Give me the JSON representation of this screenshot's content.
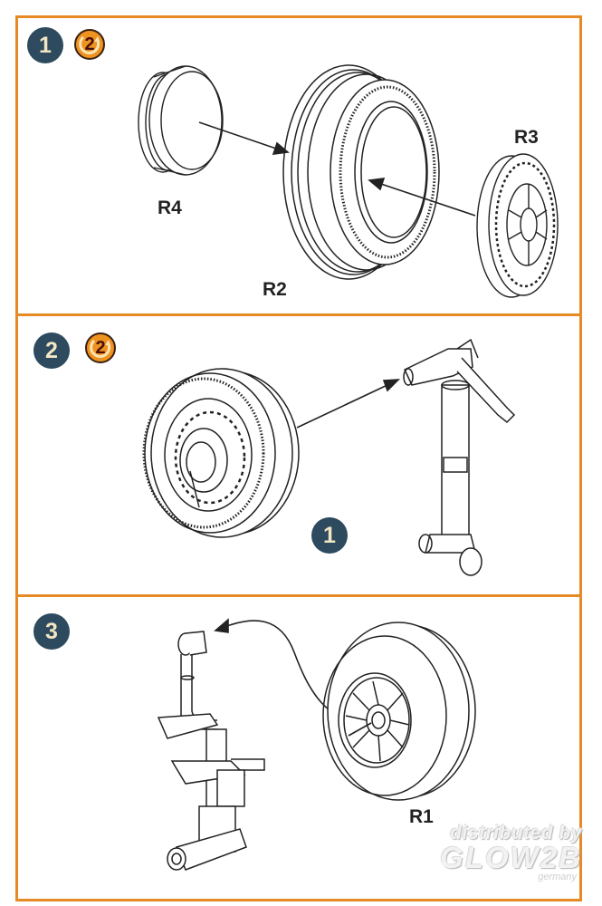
{
  "document": {
    "type": "assembly-instructions",
    "colors": {
      "border": "#e58a25",
      "step_badge": "#2d4a5e",
      "step_text": "#f3e6c4",
      "ref_badge": "#ee9320",
      "ref_text": "#4a0f0a"
    }
  },
  "steps": [
    {
      "number": "1",
      "ref_step": "2",
      "parts": {
        "hubcap": "R4",
        "tire": "R2",
        "wheel_hub": "R3"
      }
    },
    {
      "number": "2",
      "ref_step": "2",
      "callout": "1"
    },
    {
      "number": "3",
      "parts": {
        "wheel": "R1"
      }
    }
  ],
  "watermark": {
    "line1": "distributed by",
    "line2": "GLOW2B",
    "line3": "germany"
  }
}
